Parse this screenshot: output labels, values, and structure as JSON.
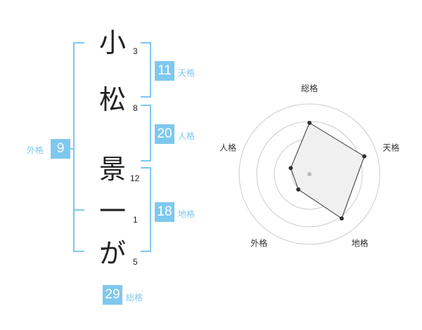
{
  "name_chars": [
    {
      "char": "小",
      "strokes": "3"
    },
    {
      "char": "松",
      "strokes": "8"
    },
    {
      "char": "景",
      "strokes": "12"
    },
    {
      "char": "一",
      "strokes": "1"
    },
    {
      "char": "が",
      "strokes": "5"
    }
  ],
  "kaku": {
    "tenkaku": {
      "value": "11",
      "label": "天格"
    },
    "jinkaku": {
      "value": "20",
      "label": "人格"
    },
    "chikaku": {
      "value": "18",
      "label": "地格"
    },
    "gaikaku": {
      "value": "9",
      "label": "外格"
    },
    "soukaku": {
      "value": "29",
      "label": "総格"
    }
  },
  "chart_data": {
    "type": "radar",
    "axes": [
      "総格",
      "天格",
      "地格",
      "外格",
      "人格"
    ],
    "values": [
      0.73,
      0.82,
      0.78,
      0.27,
      0.28
    ],
    "rings": 4,
    "colors": {
      "fill": "#f0f0f0",
      "stroke": "#333333",
      "grid": "#cccccc",
      "accent": "#7ec8ee"
    }
  }
}
